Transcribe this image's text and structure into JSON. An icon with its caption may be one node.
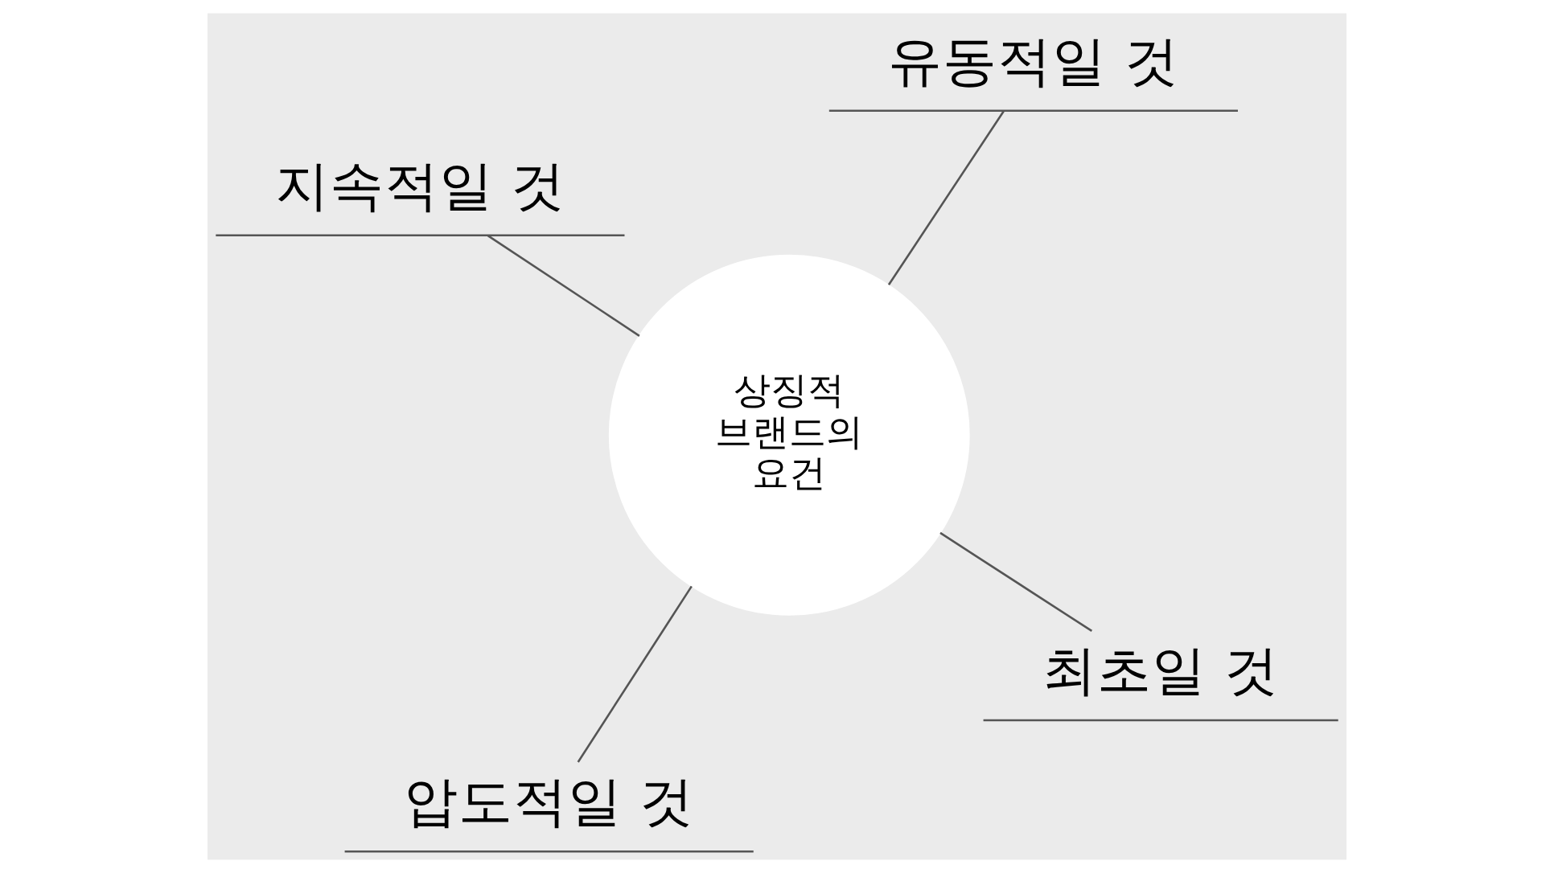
{
  "diagram": {
    "nodes": [
      {
        "text": [
          "상징적 브랜드의 요건"
        ]
      },
      {
        "text": [
          "최초일 것"
        ]
      },
      {
        "text": [
          "압도적일 것"
        ]
      },
      {
        "text": [
          "지속적일 것"
        ]
      },
      {
        "text": [
          "유동적일 것"
        ]
      }
    ],
    "edges": [
      {
        "from": 1,
        "to": 0,
        "arrow": "none"
      },
      {
        "from": 2,
        "to": 0,
        "arrow": "none"
      },
      {
        "from": 3,
        "to": 0,
        "arrow": "none"
      },
      {
        "from": 4,
        "to": 0,
        "arrow": "none"
      }
    ]
  }
}
